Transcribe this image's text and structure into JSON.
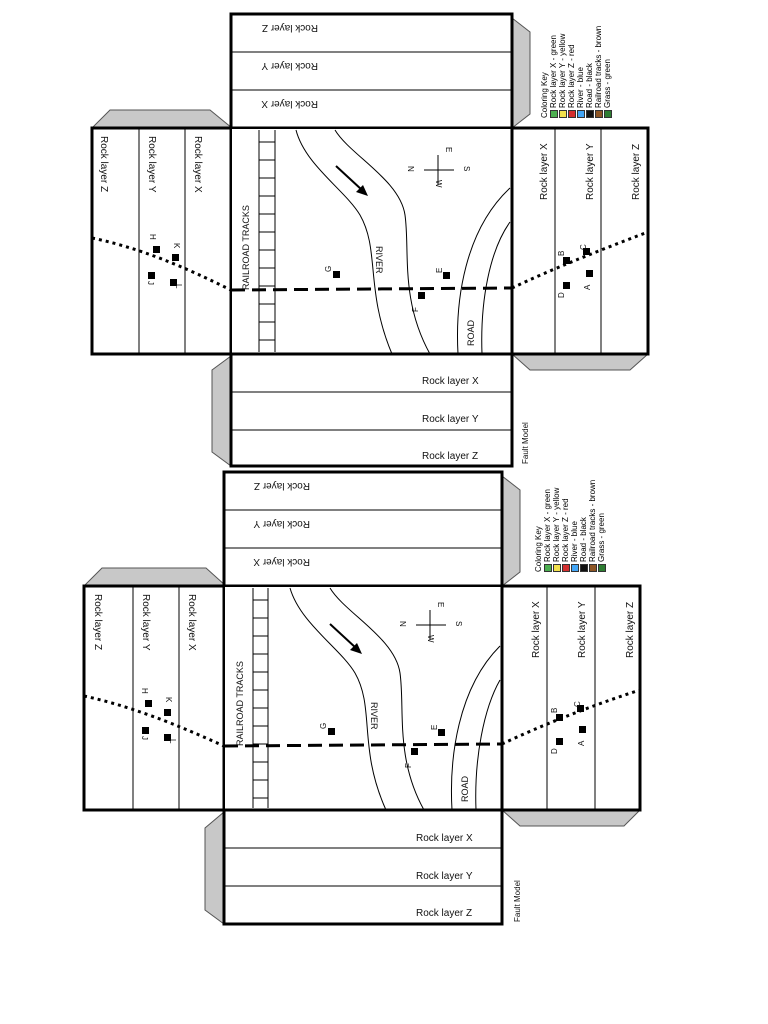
{
  "models": [
    {
      "rock_layers_top": [
        "Rock layer X",
        "Rock layer Y",
        "Rock layer Z"
      ],
      "rock_layers_bottom": [
        "Rock layer X",
        "Rock layer Y",
        "Rock layer Z"
      ],
      "rock_layers_left": [
        "Rock layer Z",
        "Rock layer Y",
        "Rock layer X"
      ],
      "rock_layers_right": [
        "Rock layer X",
        "Rock layer Y",
        "Rock layer Z"
      ],
      "railroad_label": "RAILROAD TRACKS",
      "river_label": "RIVER",
      "road_label": "ROAD",
      "compass": {
        "n": "N",
        "s": "S",
        "e": "E",
        "w": "W"
      },
      "points": {
        "a": "A",
        "b": "B",
        "c": "C",
        "d": "D",
        "e": "E",
        "f": "F",
        "g": "G",
        "h": "H",
        "j": "J",
        "k": "K",
        "l": "L"
      },
      "title": "Fault Model",
      "key_title": "Coloring Key",
      "key": [
        {
          "label": "Rock layer X - green",
          "color": "#4caf50"
        },
        {
          "label": "Rock layer Y - yellow",
          "color": "#f2e14c"
        },
        {
          "label": "Rock layer Z - red",
          "color": "#d32f2f"
        },
        {
          "label": "River - blue",
          "color": "#42a5f5"
        },
        {
          "label": "Road - black",
          "color": "#111111"
        },
        {
          "label": "Railroad tracks - brown",
          "color": "#8d5524"
        },
        {
          "label": "Grass - green",
          "color": "#2e7d32"
        }
      ]
    },
    {
      "rock_layers_top": [
        "Rock layer X",
        "Rock layer Y",
        "Rock layer Z"
      ],
      "rock_layers_bottom": [
        "Rock layer X",
        "Rock layer Y",
        "Rock layer Z"
      ],
      "rock_layers_left": [
        "Rock layer Z",
        "Rock layer Y",
        "Rock layer X"
      ],
      "rock_layers_right": [
        "Rock layer X",
        "Rock layer Y",
        "Rock layer Z"
      ],
      "railroad_label": "RAILROAD TRACKS",
      "river_label": "RIVER",
      "road_label": "ROAD",
      "compass": {
        "n": "N",
        "s": "S",
        "e": "E",
        "w": "W"
      },
      "points": {
        "a": "A",
        "b": "B",
        "c": "C",
        "d": "D",
        "e": "E",
        "f": "F",
        "g": "G",
        "h": "H",
        "j": "J",
        "k": "K",
        "l": "L"
      },
      "title": "Fault Model",
      "key_title": "Coloring Key",
      "key": [
        {
          "label": "Rock layer X - green",
          "color": "#4caf50"
        },
        {
          "label": "Rock layer Y - yellow",
          "color": "#f2e14c"
        },
        {
          "label": "Rock layer Z - red",
          "color": "#d32f2f"
        },
        {
          "label": "River - blue",
          "color": "#42a5f5"
        },
        {
          "label": "Road - black",
          "color": "#111111"
        },
        {
          "label": "Railroad tracks - brown",
          "color": "#8d5524"
        },
        {
          "label": "Grass - green",
          "color": "#2e7d32"
        }
      ]
    }
  ]
}
